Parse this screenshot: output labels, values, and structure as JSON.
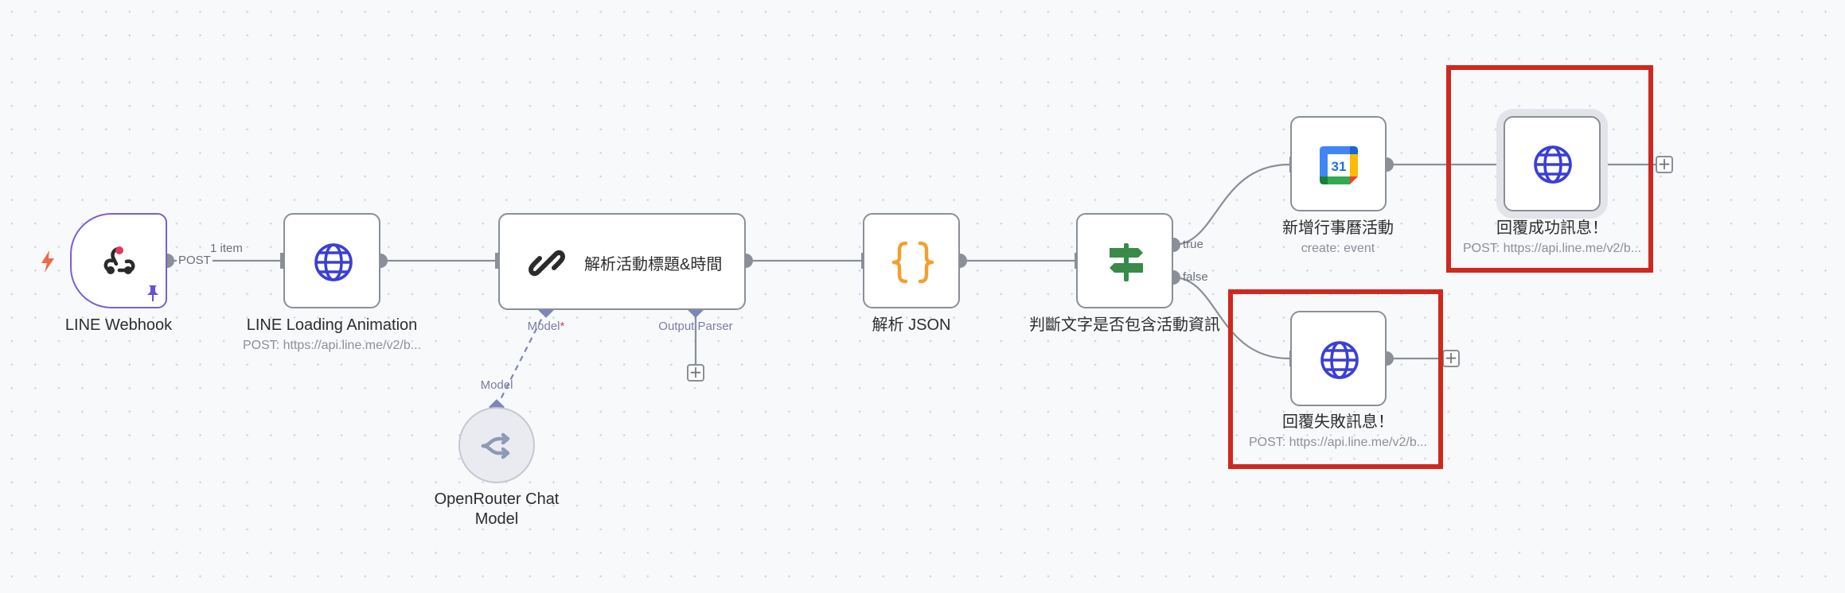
{
  "nodes": {
    "webhook": {
      "title": "LINE Webhook"
    },
    "loading": {
      "title": "LINE Loading Animation",
      "subtitle": "POST: https://api.line.me/v2/b..."
    },
    "agent": {
      "title": "解析活動標題&時間",
      "port_model": "Model",
      "port_model_required": "*",
      "port_parser": "Output Parser"
    },
    "openrouter": {
      "title": "OpenRouter Chat Model",
      "port_label": "Model"
    },
    "parse_json": {
      "title": "解析 JSON"
    },
    "if_node": {
      "title": "判斷文字是否包含活動資訊"
    },
    "calendar": {
      "title": "新增行事曆活動",
      "subtitle": "create: event",
      "day": "31"
    },
    "reply_success": {
      "title": "回覆成功訊息！",
      "subtitle": "POST: https://api.line.me/v2/b..."
    },
    "reply_fail": {
      "title": "回覆失敗訊息！",
      "subtitle": "POST: https://api.line.me/v2/b..."
    }
  },
  "wires": {
    "webhook_method": "POST",
    "webhook_items": "1 item",
    "if_true": "true",
    "if_false": "false"
  },
  "colors": {
    "trigger_accent": "#7b5fd0",
    "highlight": "#d0281f",
    "globe": "#3b3fd6",
    "braces": "#f0a030",
    "sign": "#3a8a4a"
  },
  "icons": {
    "trigger": "lightning-bolt-icon",
    "webhook": "webhook-icon",
    "pin": "pin-icon",
    "http": "globe-icon",
    "agent": "link-chain-icon",
    "json": "curly-braces-icon",
    "if": "signpost-icon",
    "calendar": "google-calendar-icon",
    "openrouter": "openrouter-icon",
    "add": "plus-icon"
  }
}
